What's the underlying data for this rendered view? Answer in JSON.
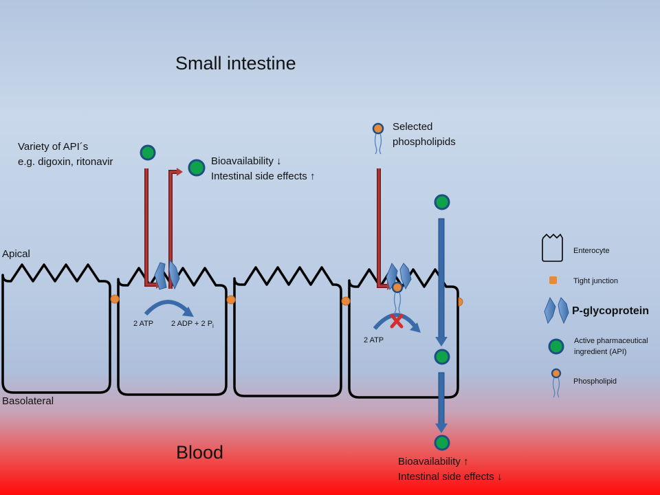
{
  "labels": {
    "small_intestine": "Small intestine",
    "blood": "Blood",
    "apical": "Apical",
    "basolateral": "Basolateral",
    "variety_line1": "Variety of API´s",
    "variety_line2": "e.g. digoxin, ritonavir",
    "bio_down_line1": "Bioavailability ↓",
    "bio_down_line2": "Intestinal side effects ↑",
    "selected_line1": "Selected",
    "selected_line2": "phospholipids",
    "bio_up_line1": "Bioavailability ↑",
    "bio_up_line2": "Intestinal side effects ↓",
    "atp_left": "2 ATP",
    "adp_left": "2 ADP + 2 P",
    "adp_sub": "i",
    "atp_right": "2 ATP"
  },
  "legend": {
    "enterocyte": "Enterocyte",
    "tight_junction": "Tight junction",
    "pgp": "P-glycoprotein",
    "api_line1": "Active pharmaceutical",
    "api_line2": "ingredient (API)",
    "phospholipid": "Phospholipid"
  },
  "colors": {
    "api_green": "#0fa24a",
    "api_border": "#1f4f82",
    "junction_orange": "#e8883a",
    "pgp_blue": "#4f81bd",
    "efflux_red": "#9e2a2a",
    "blue_arrow": "#3a6aa8",
    "block_x": "#d32f2f"
  }
}
